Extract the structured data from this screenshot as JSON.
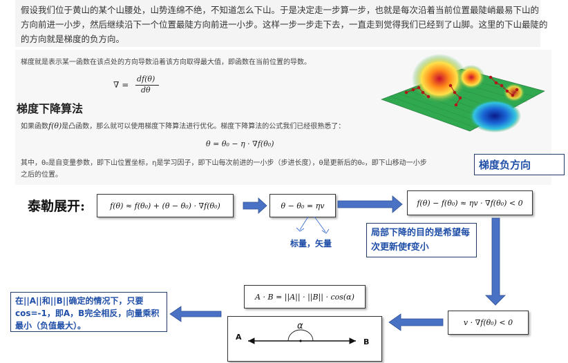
{
  "intro": {
    "line1": "假设我们位于黄山的某个山腰处，山势连绵不绝，不知道怎么下山。于是决定走一步算一步，也就是每次沿着当前位置最陡峭最易下山的",
    "line2": "方向前进一小步，然后继续沿下一个位置最陡方向前进一小步。这样一步一步走下去，一直走到觉得我们已经到了山脚。这里的下山最陡的",
    "line3": "的方向就是梯度的负方向。"
  },
  "gradient_def": {
    "text": "梯度就是表示某一函数在该点处的方向导数沿着该方向取得最大值，即函数在当前位置的导数。",
    "formula_lhs": "∇ =",
    "formula_num": "df(θ)",
    "formula_den": "dθ"
  },
  "section_title": "梯度下降算法",
  "algo": {
    "text_pre": "如果函数",
    "text_f": "f(θ)",
    "text_post": "是凸函数，那么就可以使用梯度下降算法进行优化。梯度下降算法的公式我们已经很熟悉了：",
    "formula": "θ = θ₀ − η · ∇f(θ₀)",
    "where_line1": "其中，θ₀是自变量参数，即下山位置坐标，η是学习因子，即下山每次前进的一小步（步进长度），θ是更新后的θ₀，即下山移动一小步",
    "where_line2": "之后的位置。"
  },
  "grad_neg_label": "梯度负方向",
  "taylor": {
    "label": "泰勒展开:",
    "eq1": "f(θ) ≈ f(θ₀) + (θ − θ₀) · ∇f(θ₀)",
    "eq2": "θ − θ₀ = ηv",
    "eq3": "f(θ) − f(θ₀) ≈ ηv · ∇f(θ₀) < 0",
    "scalar_vector": "标量，矢量",
    "goal_note": "局部下降的目的是希望每次更新使f变小",
    "eq4": "v · ∇f(θ₀) < 0",
    "eq5": "A · B = ||A|| · ||B|| · cos(α)",
    "conclusion": "在||A||和||B||确定的情况下，只要cos=-1，即A，B完全相反，向量乘积最小（负值最大）。",
    "vec_a": "A",
    "vec_b": "B",
    "alpha": "α"
  },
  "colors": {
    "arrow_blue": "#4a72c4",
    "text_blue": "#1f4ea8",
    "arrow_dark": "#1a1a1a"
  }
}
